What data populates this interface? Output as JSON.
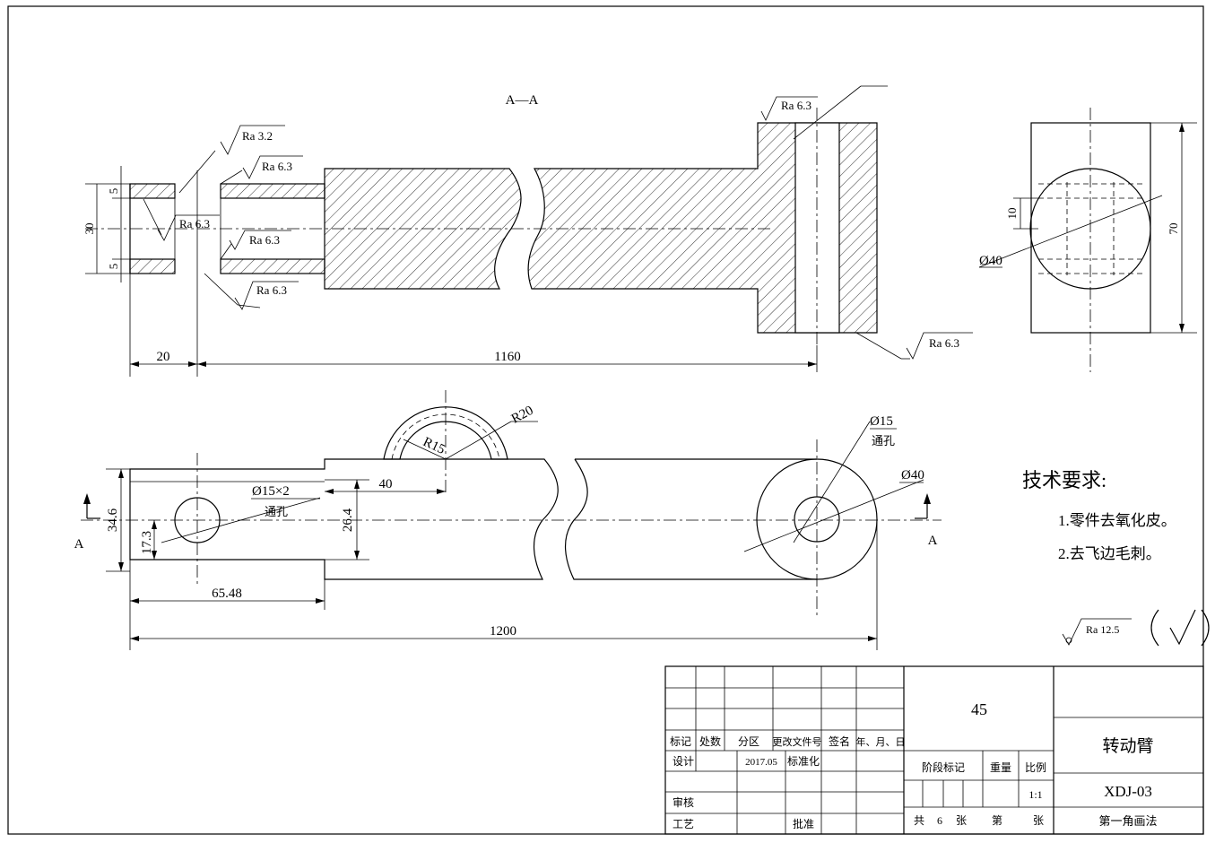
{
  "section_label": "A—A",
  "view_label_a": "A",
  "roughness": {
    "r1": "Ra 6.3",
    "r2": "Ra 3.2",
    "r3": "Ra 6.3",
    "r4": "Ra 6.3",
    "r5": "Ra 6.3",
    "r6": "Ra 6.3",
    "r7": "Ra 6.3",
    "general": "Ra 12.5"
  },
  "dims": {
    "d5a": "5",
    "d30": "30",
    "d5b": "5",
    "d20": "20",
    "d1160": "1160",
    "d10": "10",
    "d70": "70",
    "d40dia": "Ø40",
    "dR20": "R20",
    "dR15": "R15",
    "d40": "40",
    "dhole2": "Ø15×2",
    "through1": "通孔",
    "d15": "Ø15",
    "through2": "通孔",
    "d40b": "Ø40",
    "d346": "34.6",
    "d173": "17.3",
    "d264": "26.4",
    "d6548": "65.48",
    "d1200": "1200"
  },
  "tech_req": {
    "title": "技术要求:",
    "items": [
      "1.零件去氧化皮。",
      "2.去飞边毛刺。"
    ]
  },
  "title_block": {
    "h_mark": "标记",
    "h_count": "处数",
    "h_zone": "分区",
    "h_doc": "更改文件号",
    "h_sign": "签名",
    "h_date": "年、月、日",
    "design": "设计",
    "design_date": "2017.05",
    "standard": "标准化",
    "review": "审核",
    "process": "工艺",
    "approve": "批准",
    "material": "45",
    "stage_mark": "阶段标记",
    "weight": "重量",
    "scale": "比例",
    "scale_val": "1:1",
    "total_pre": "共",
    "total_n": "6",
    "zhang1": "张",
    "di": "第",
    "zhang2": "张",
    "part_name": "转动臂",
    "drawing_no": "XDJ-03",
    "projection": "第一角画法"
  }
}
